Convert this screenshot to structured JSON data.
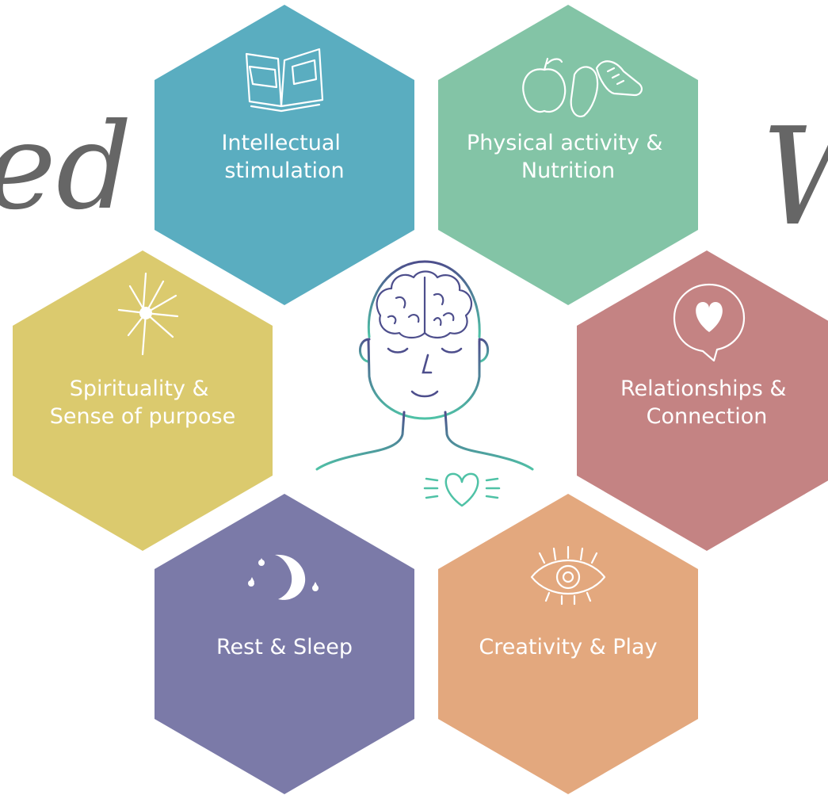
{
  "left_script": "ed",
  "right_script": "W",
  "colors": {
    "intellectual": "#5AADC0",
    "physical": "#83C4A6",
    "spirituality": "#DBCA6E",
    "relationships": "#C48383",
    "rest": "#7B7AA8",
    "creativity": "#E3A87E",
    "head_top": "#4D4E8C",
    "head_bottom": "#4FC2A6"
  },
  "hexagons": [
    {
      "key": "intellectual",
      "icon": "open-book-icon",
      "lines": [
        "Intellectual",
        "stimulation"
      ]
    },
    {
      "key": "physical",
      "icon": "apple-and-shoes-icon",
      "lines": [
        "Physical activity &",
        "Nutrition"
      ]
    },
    {
      "key": "spirituality",
      "icon": "sparkle-burst-icon",
      "lines": [
        "Spirituality &",
        "Sense of purpose"
      ]
    },
    {
      "key": "relationships",
      "icon": "heart-speech-bubble-icon",
      "lines": [
        "Relationships &",
        "Connection"
      ]
    },
    {
      "key": "rest",
      "icon": "moon-and-stars-icon",
      "lines": [
        "Rest & Sleep"
      ]
    },
    {
      "key": "creativity",
      "icon": "eye-icon",
      "lines": [
        "Creativity & Play"
      ]
    }
  ]
}
